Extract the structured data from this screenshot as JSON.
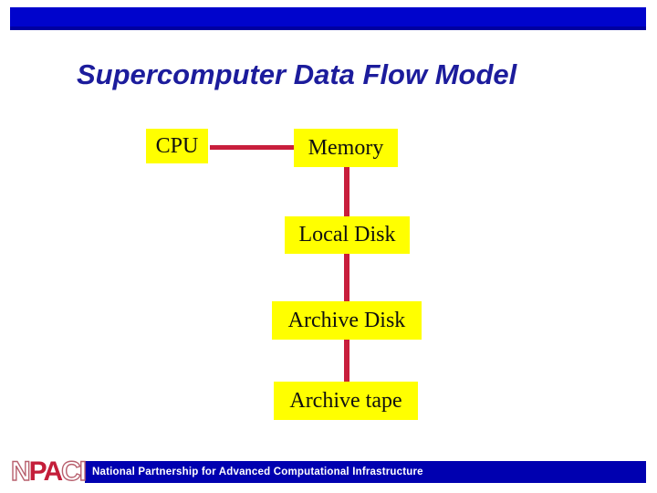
{
  "slide": {
    "title": "Supercomputer Data Flow Model"
  },
  "diagram": {
    "type": "flow-diagram",
    "nodes": [
      {
        "id": "cpu",
        "label": "CPU"
      },
      {
        "id": "memory",
        "label": "Memory"
      },
      {
        "id": "local-disk",
        "label": "Local Disk"
      },
      {
        "id": "archive-disk",
        "label": "Archive Disk"
      },
      {
        "id": "archive-tape",
        "label": "Archive tape"
      }
    ],
    "connections": [
      {
        "from": "CPU",
        "to": "Memory",
        "orientation": "horizontal"
      },
      {
        "from": "Memory",
        "to": "Archive tape",
        "orientation": "vertical",
        "passes_through": [
          "Local Disk",
          "Archive Disk"
        ]
      }
    ],
    "node_background": "#ffff00",
    "node_text_color": "#101010",
    "connector_color": "#c81e3c"
  },
  "footer": {
    "logo": {
      "text": "NPACI",
      "outline_left": "N",
      "solid_middle": "PA",
      "outline_right": "CI",
      "solid_color": "#c41e3a",
      "outline_color": "#b8606e"
    },
    "bar_text": "National Partnership for Advanced Computational Infrastructure",
    "bar_color": "#0000b0"
  },
  "colors": {
    "top_bar": "#0004cc",
    "top_bar_edge": "#0000a0",
    "title_text": "#1c1c9c",
    "background": "#ffffff"
  }
}
